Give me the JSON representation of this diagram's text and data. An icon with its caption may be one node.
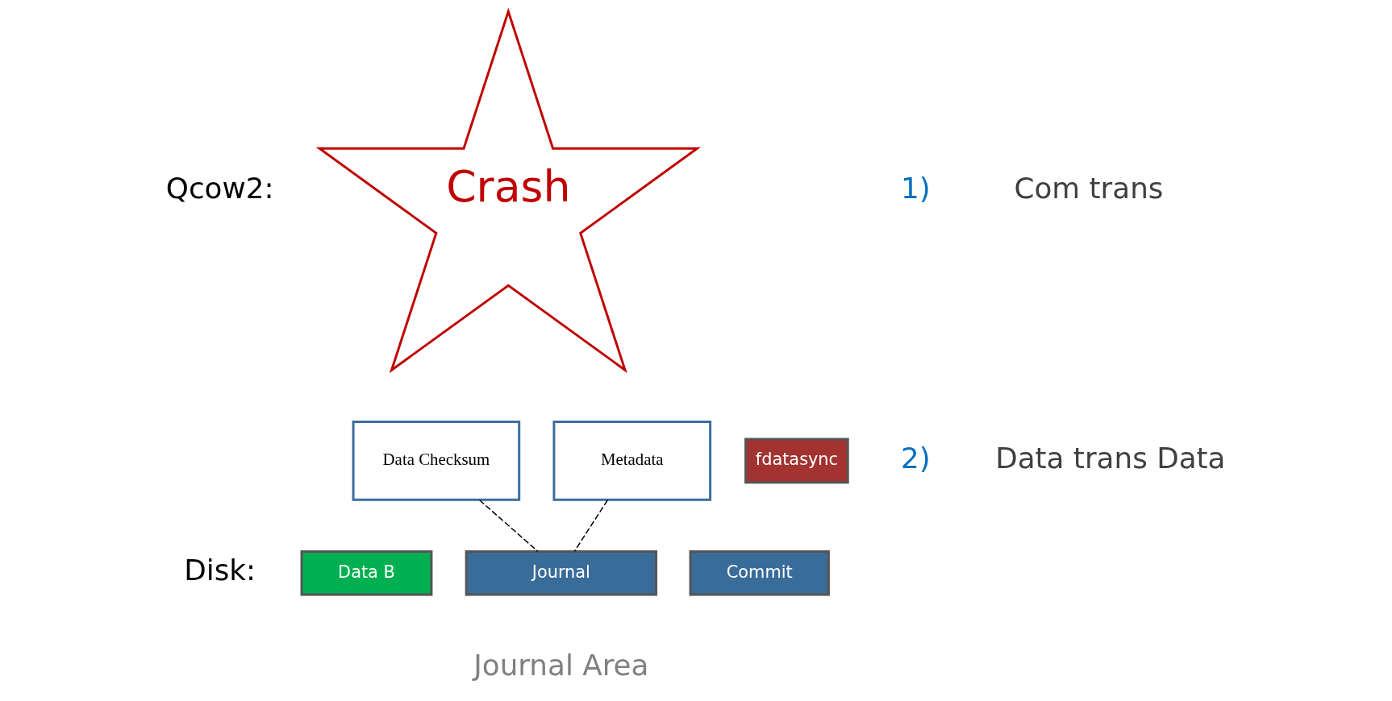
{
  "diagram": {
    "nodes": [
      {
        "text": [
          "Crash"
        ]
      },
      {
        "text": [
          "fdatasync"
        ]
      },
      {
        "text": [
          "Data Checksum"
        ]
      },
      {
        "text": [
          "Metadata"
        ]
      },
      {
        "text": [
          "Data B"
        ]
      },
      {
        "text": [
          "Journal"
        ]
      },
      {
        "text": [
          "Commit"
        ]
      }
    ],
    "edges": [
      {
        "from": 2,
        "to": 5,
        "arrow": "none",
        "style": "dashed"
      },
      {
        "from": 3,
        "to": 5,
        "arrow": "none",
        "style": "dashed"
      }
    ],
    "labels": [
      "1)",
      "Com trans",
      "2)",
      "Data trans Data",
      "Qcow2:",
      "Disk:",
      "Journal Area"
    ]
  }
}
